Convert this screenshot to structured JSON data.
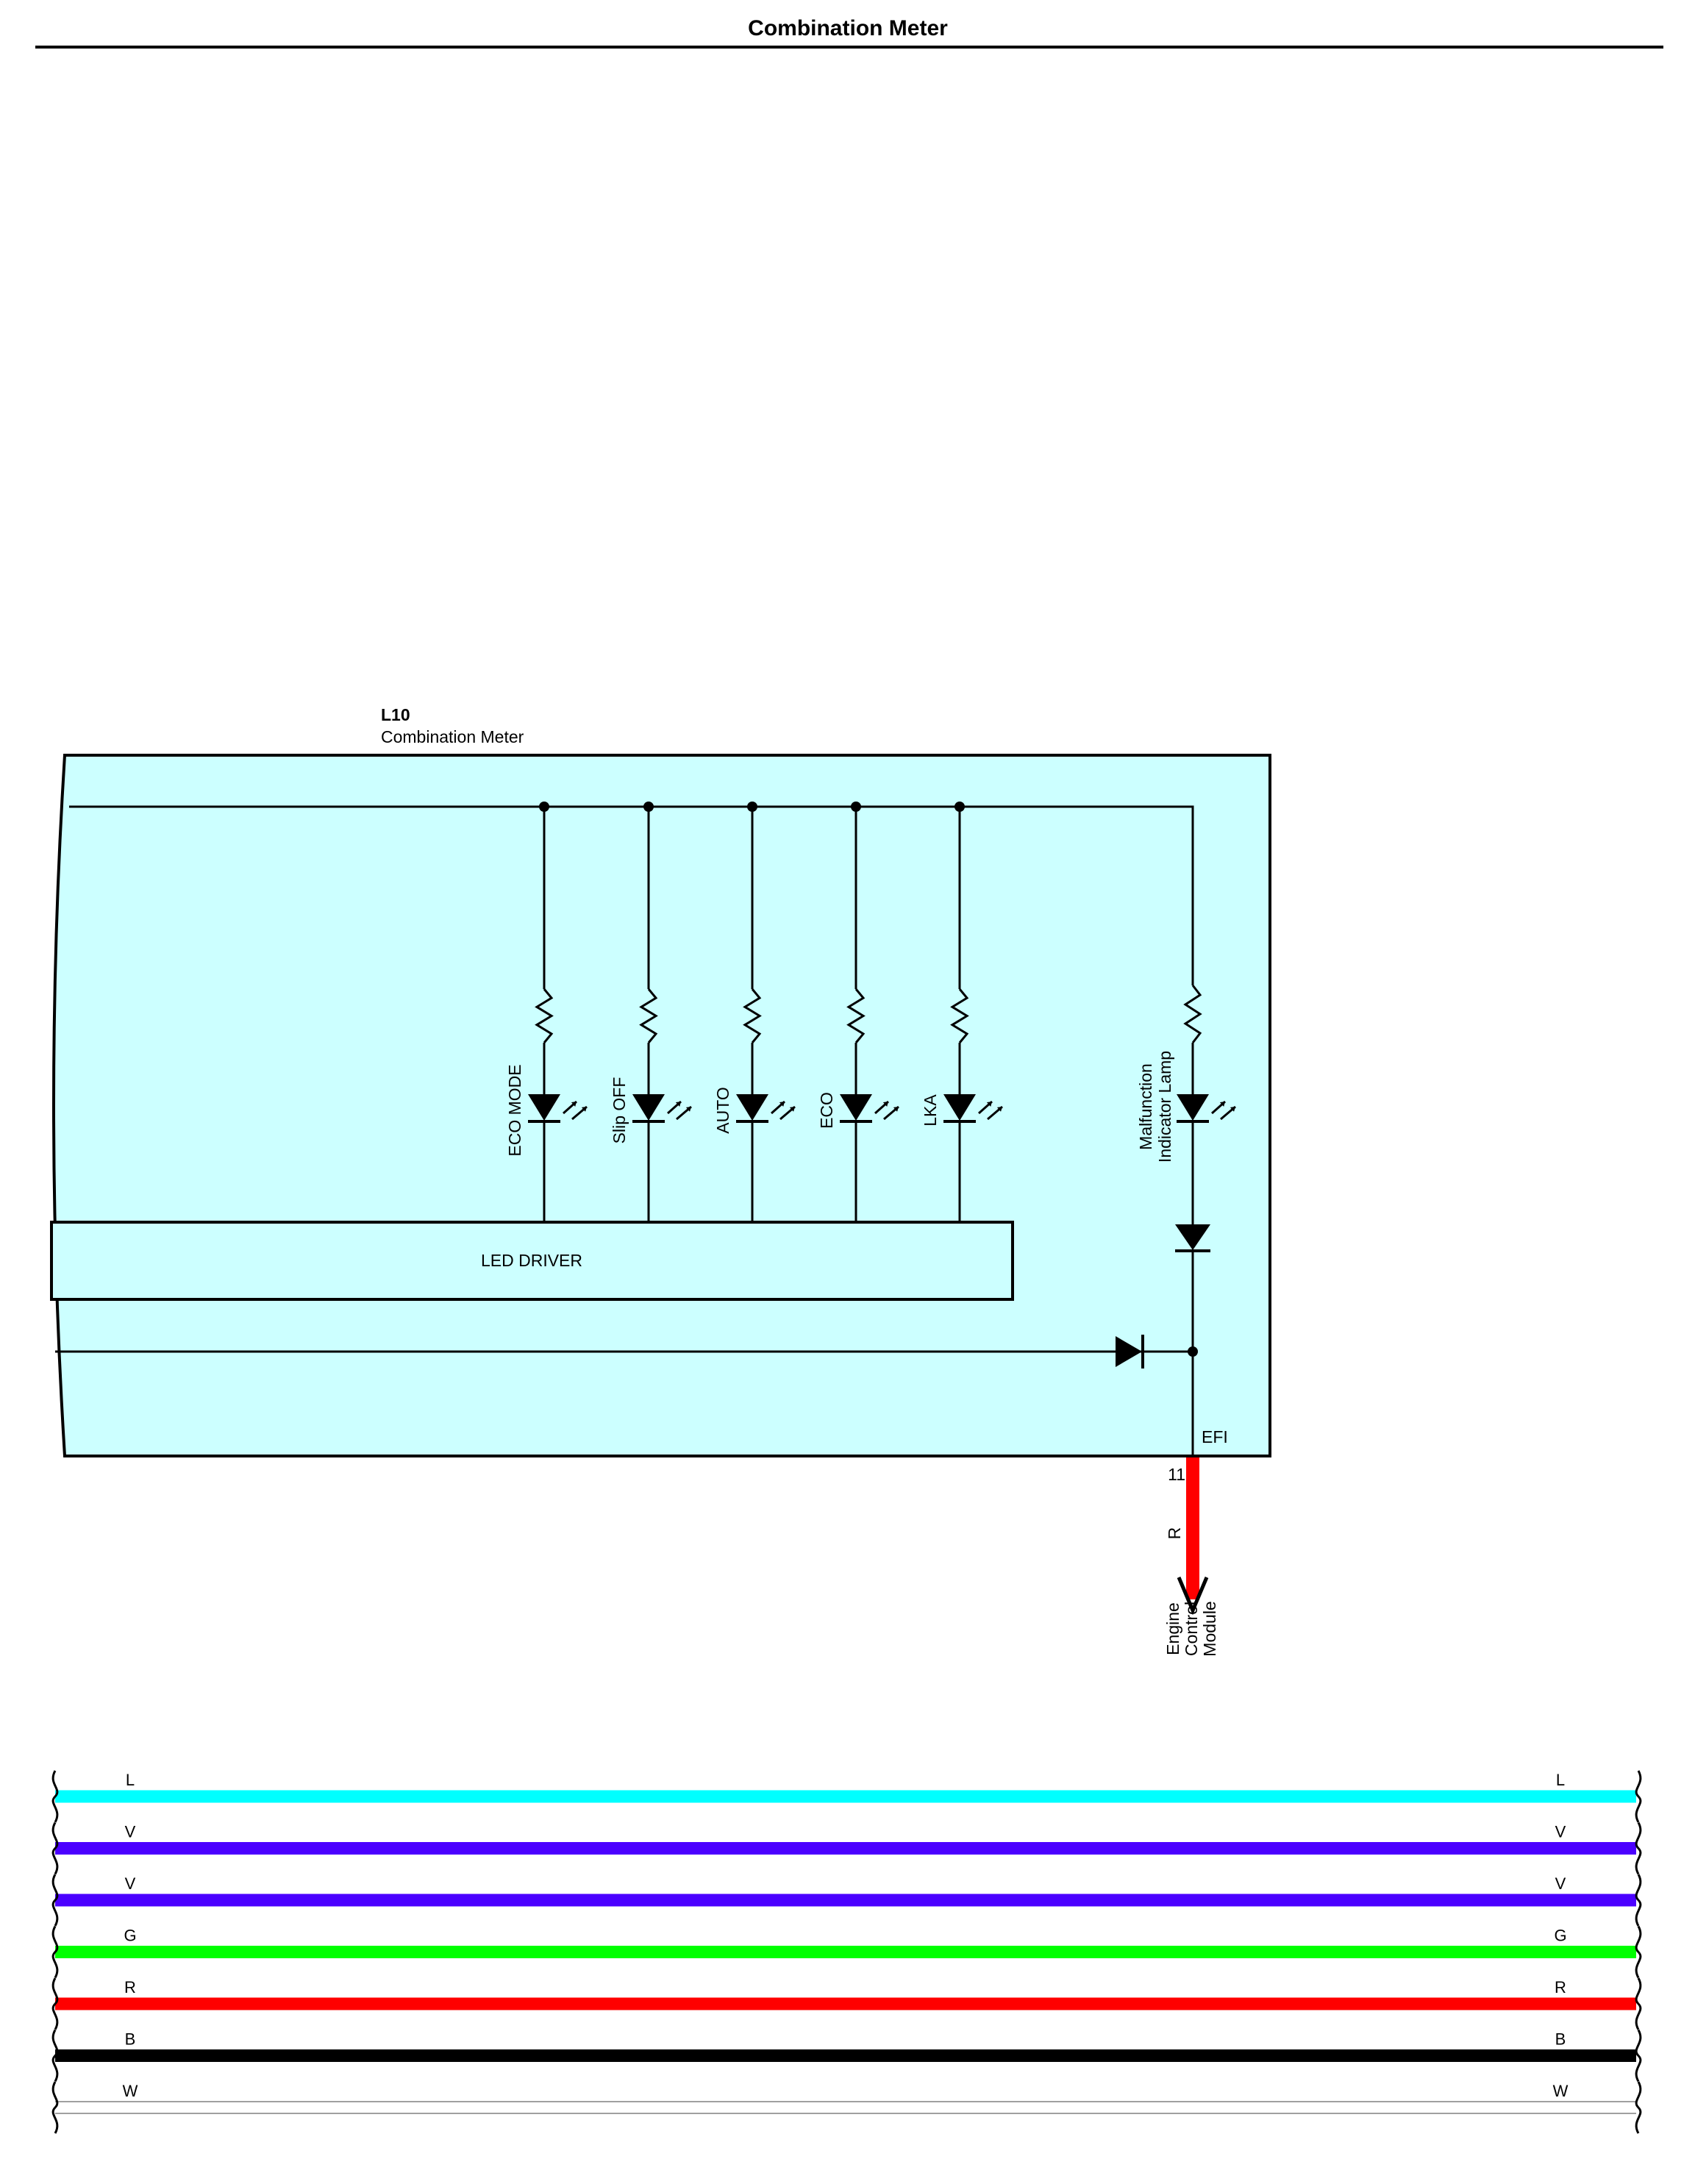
{
  "page": {
    "title": "Combination Meter"
  },
  "connector": {
    "id": "L10",
    "name": "Combination Meter"
  },
  "indicators": [
    {
      "label": "ECO MODE"
    },
    {
      "label": "Slip OFF"
    },
    {
      "label": "AUTO"
    },
    {
      "label": "ECO"
    },
    {
      "label": "LKA"
    }
  ],
  "mil": {
    "label_line1": "Malfunction",
    "label_line2": "Indicator Lamp"
  },
  "led_driver": {
    "label": "LED DRIVER"
  },
  "terminal": {
    "name": "EFI",
    "pin": "11",
    "wire_color": "R"
  },
  "destination": {
    "line1": "Engine",
    "line2": "Control",
    "line3": "Module"
  },
  "bus_wires": [
    {
      "code": "L",
      "color": "#00ffff"
    },
    {
      "code": "V",
      "color": "#4b00ff"
    },
    {
      "code": "V",
      "color": "#4b00ff"
    },
    {
      "code": "G",
      "color": "#00ff00"
    },
    {
      "code": "R",
      "color": "#ff0000"
    },
    {
      "code": "B",
      "color": "#000000"
    },
    {
      "code": "W",
      "color": "#ffffff"
    }
  ],
  "colors": {
    "box_fill": "#ccffff",
    "ecm_wire": "#ff0000"
  }
}
